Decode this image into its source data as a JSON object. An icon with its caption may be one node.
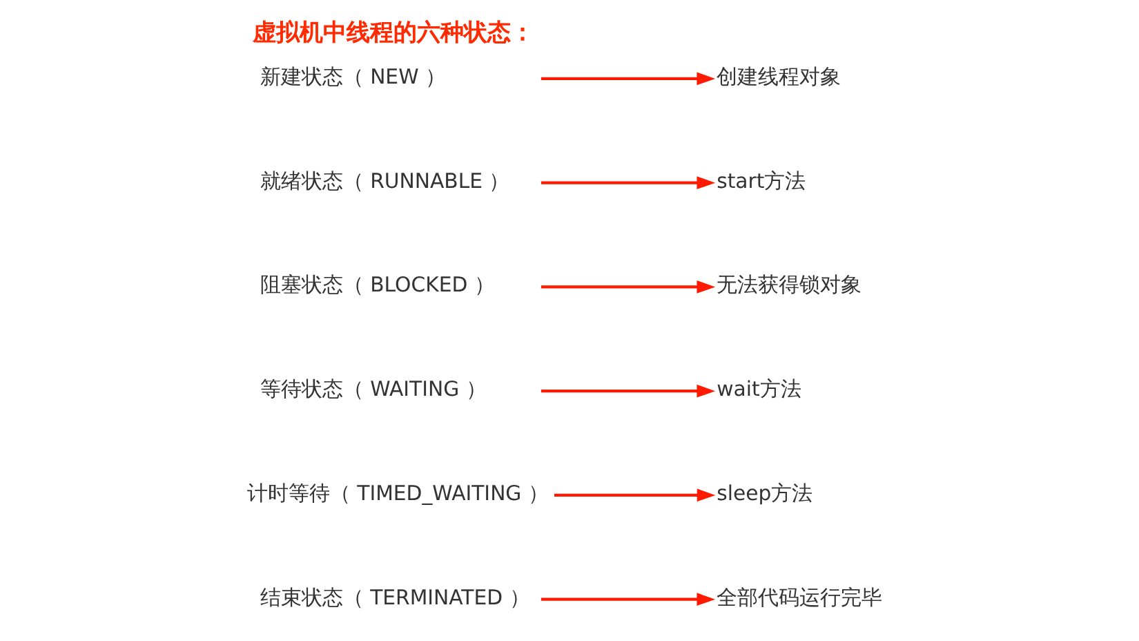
{
  "diagram": {
    "title": "虚拟机中线程的六种状态：",
    "nodes": [
      {
        "text": [
          "新建状态（ NEW ）"
        ]
      },
      {
        "text": [
          "创建线程对象"
        ]
      },
      {
        "text": [
          "就绪状态（ RUNNABLE ）"
        ]
      },
      {
        "text": [
          "start方法"
        ]
      },
      {
        "text": [
          "阻塞状态（ BLOCKED ）"
        ]
      },
      {
        "text": [
          "无法获得锁对象"
        ]
      },
      {
        "text": [
          "等待状态（ WAITING ）"
        ]
      },
      {
        "text": [
          "wait方法"
        ]
      },
      {
        "text": [
          "计时等待（ TIMED_WAITING ）"
        ]
      },
      {
        "text": [
          "sleep方法"
        ]
      },
      {
        "text": [
          "结束状态（ TERMINATED ）"
        ]
      },
      {
        "text": [
          "全部代码运行完毕"
        ]
      }
    ],
    "edges": [
      {
        "from": 0,
        "to": 1,
        "arrow": "to"
      },
      {
        "from": 2,
        "to": 3,
        "arrow": "to"
      },
      {
        "from": 4,
        "to": 5,
        "arrow": "to"
      },
      {
        "from": 6,
        "to": 7,
        "arrow": "to"
      },
      {
        "from": 8,
        "to": 9,
        "arrow": "to"
      },
      {
        "from": 10,
        "to": 11,
        "arrow": "to"
      }
    ]
  }
}
